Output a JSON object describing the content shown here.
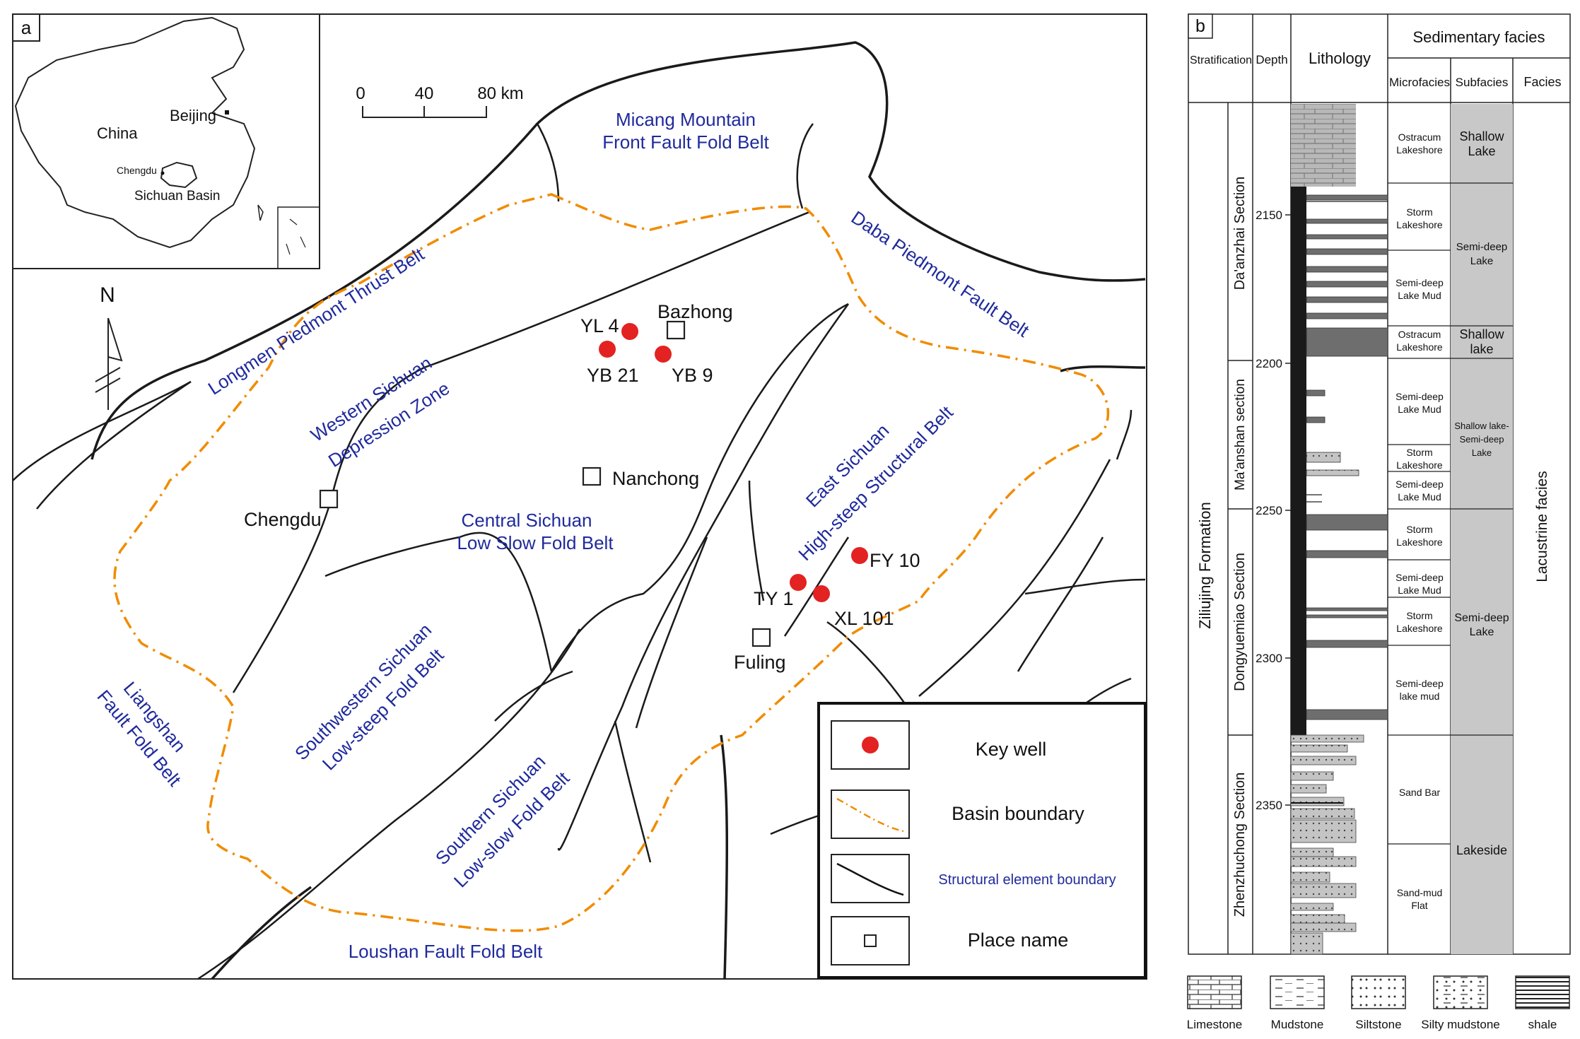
{
  "panel_a": {
    "panel_label": "a",
    "inset": {
      "country": "China",
      "capital": "Beijing",
      "city": "Chengdu",
      "basin": "Sichuan Basin"
    },
    "scale_bar": {
      "ticks": [
        "0",
        "40",
        "80 km"
      ]
    },
    "north_arrow": "N",
    "regions": [
      {
        "name": "micang_1",
        "text": "Micang Mountain"
      },
      {
        "name": "micang_2",
        "text": "Front Fault Fold Belt"
      },
      {
        "name": "longmen",
        "text": "Longmen Piedmont Thrust Belt"
      },
      {
        "name": "western_1",
        "text": "Western Sichuan"
      },
      {
        "name": "western_2",
        "text": "Depression Zone"
      },
      {
        "name": "daba",
        "text": "Daba Piedmont Fault Belt"
      },
      {
        "name": "central_1",
        "text": "Central Sichuan"
      },
      {
        "name": "central_2",
        "text": "Low Slow Fold Belt"
      },
      {
        "name": "east_1",
        "text": "East Sichuan"
      },
      {
        "name": "east_2",
        "text": "High-steep Structural Belt"
      },
      {
        "name": "southwestern_1",
        "text": "Southwestern Sichuan"
      },
      {
        "name": "southwestern_2",
        "text": "Low-steep Fold Belt"
      },
      {
        "name": "southern_1",
        "text": "Southern Sichuan"
      },
      {
        "name": "southern_2",
        "text": "Low-slow Fold Belt"
      },
      {
        "name": "liangshan_1",
        "text": "Liangshan"
      },
      {
        "name": "liangshan_2",
        "text": "Fault Fold Belt"
      },
      {
        "name": "loushan",
        "text": "Loushan Fault Fold Belt"
      }
    ],
    "places": [
      "Bazhong",
      "Nanchong",
      "Chengdu",
      "Fuling"
    ],
    "wells": [
      "YL 4",
      "YB 21",
      "YB 9",
      "FY 10",
      "TY 1",
      "XL 101"
    ],
    "legend": {
      "key_well": "Key well",
      "basin_boundary": "Basin boundary",
      "structural_boundary": "Structural element boundary",
      "place_name": "Place name"
    },
    "colors": {
      "well": "#e32222",
      "boundary": "#f08c00",
      "region_text": "#1f2a9c"
    }
  },
  "panel_b": {
    "panel_label": "b",
    "headers": {
      "stratification": "Stratification",
      "depth": "Depth",
      "lithology": "Lithology",
      "sedimentary_facies": "Sedimentary facies",
      "microfacies": "Microfacies",
      "subfacies": "Subfacies",
      "facies": "Facies"
    },
    "formation": "Ziliujing Formation",
    "sections": [
      "Da'anzhai Section",
      "Ma'anshan section",
      "Dongyuemiao Section",
      "Zhenzhuchong Section"
    ],
    "depth_ticks": [
      "2150",
      "2200",
      "2250",
      "2300",
      "2350"
    ],
    "microfacies": [
      [
        "Ostracum",
        "Lakeshore"
      ],
      [
        "Storm",
        "Lakeshore"
      ],
      [
        "Semi-deep",
        "Lake Mud"
      ],
      [
        "Ostracum",
        "Lakeshore"
      ],
      [
        "Semi-deep",
        "Lake Mud"
      ],
      [
        "Storm",
        "Lakeshore"
      ],
      [
        "Semi-deep",
        "Lake Mud"
      ],
      [
        "Storm",
        "Lakeshore"
      ],
      [
        "Semi-deep",
        "Lake Mud"
      ],
      [
        "Storm",
        "Lakeshore"
      ],
      [
        "Semi-deep",
        "lake mud"
      ],
      [
        "Sand Bar"
      ],
      [
        "Sand-mud",
        "Flat"
      ]
    ],
    "subfacies": [
      [
        "Shallow",
        "Lake"
      ],
      [
        "Semi-deep",
        "Lake"
      ],
      [
        "Shallow",
        "lake"
      ],
      [
        "Shallow lake-",
        "Semi-deep",
        "Lake"
      ],
      [
        "Semi-deep",
        "Lake"
      ],
      [
        "Lakeside"
      ]
    ],
    "facies": "Lacustrine facies",
    "lithology_legend": [
      "Limestone",
      "Mudstone",
      "Siltstone",
      "Silty mudstone",
      "shale"
    ]
  }
}
